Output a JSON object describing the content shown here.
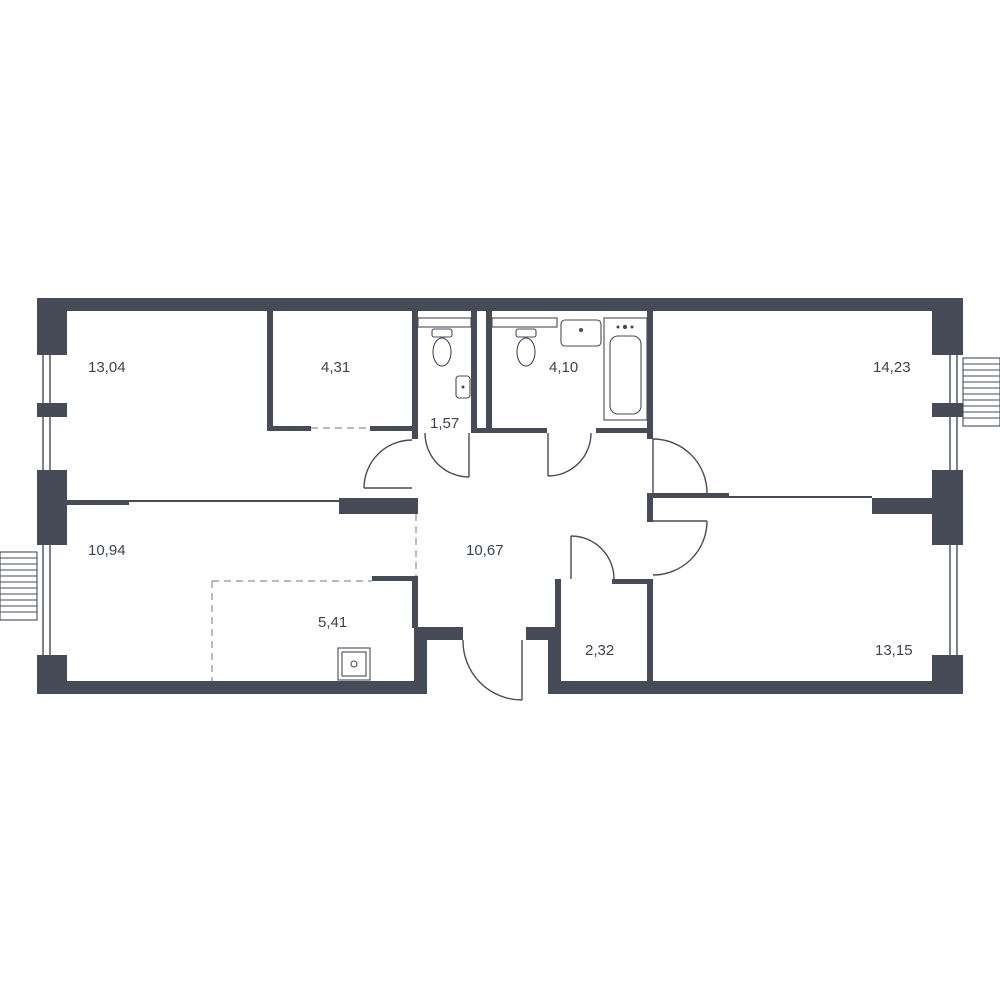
{
  "floor_plan": {
    "rooms": [
      {
        "id": "room-top-left",
        "area": "13,04"
      },
      {
        "id": "room-storage-top",
        "area": "4,31"
      },
      {
        "id": "room-wc-small",
        "area": "1,57"
      },
      {
        "id": "room-bathroom",
        "area": "4,10"
      },
      {
        "id": "room-top-right",
        "area": "14,23"
      },
      {
        "id": "room-bottom-left",
        "area": "10,94"
      },
      {
        "id": "room-hall",
        "area": "10,67"
      },
      {
        "id": "room-kitchen-niche",
        "area": "5,41"
      },
      {
        "id": "room-closet",
        "area": "2,32"
      },
      {
        "id": "room-bottom-right",
        "area": "13,15"
      }
    ],
    "colors": {
      "wall": "#464b57",
      "background": "#ffffff",
      "text": "#3e4350"
    },
    "icons": [
      "toilet-icon",
      "sink-icon",
      "bathtub-icon",
      "stove-icon",
      "radiator-icon",
      "window-icon",
      "door-swing-icon"
    ]
  }
}
